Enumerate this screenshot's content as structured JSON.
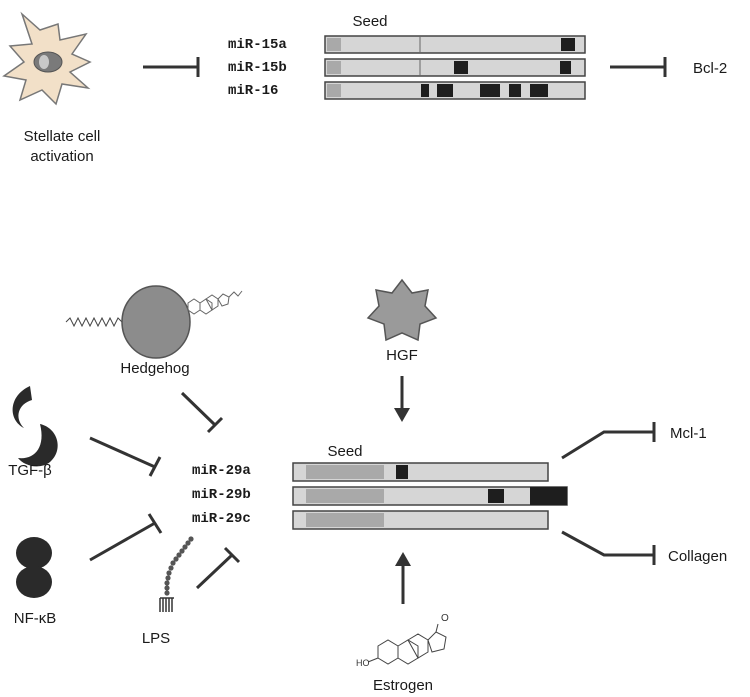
{
  "panel_top": {
    "cell_label_line1": "Stellate cell",
    "cell_label_line2": "activation",
    "seed_label": "Seed",
    "mirnas": [
      "miR-15a",
      "miR-15b",
      "miR-16"
    ],
    "target": "Bcl-2"
  },
  "panel_bottom": {
    "seed_label": "Seed",
    "mirnas": [
      "miR-29a",
      "miR-29b",
      "miR-29c"
    ],
    "regulators": {
      "hedgehog": "Hedgehog",
      "hgf": "HGF",
      "tgfb": "TGF-β",
      "nfkb": "NF-κB",
      "lps": "LPS",
      "estrogen": "Estrogen",
      "estrogen_ho": "HO",
      "estrogen_o": "O"
    },
    "targets": [
      "Mcl-1",
      "Collagen"
    ]
  },
  "colors": {
    "bar_fill": "#d6d6d6",
    "seed_fill": "#a9a9a9",
    "dark_fill": "#1e1e1e",
    "line": "#333333",
    "cell_fill": "#f2e0c8",
    "hedgehog_fill": "#8c8c8c",
    "hgf_fill": "#9a9a9a"
  }
}
